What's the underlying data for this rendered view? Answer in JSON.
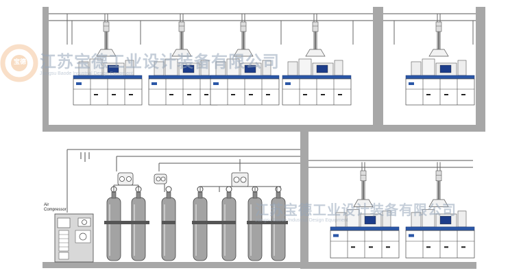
{
  "labels": {
    "compressor": "Air\nCompressor"
  },
  "watermark": {
    "line_top": "江苏宝德工业设计装备有限公司",
    "line_right": "江苏宝德工业设计装备有限公司",
    "sub_top": "Jiangsu Baode Industrial Design Equipment",
    "sub_right": "Jiangsu Baode Industrial Design Equipment",
    "logo_text": "宝德"
  },
  "colors": {
    "wall": "#a7a7a7",
    "bench_blue": "#2b57a7",
    "screen_blue": "#1d3d8a",
    "pipe": "#555555",
    "cylinder": "#a3a3a3",
    "watermark_logo": "#f4c49a"
  }
}
